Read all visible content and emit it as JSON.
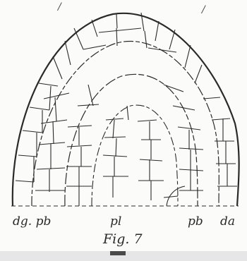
{
  "figure": {
    "top_marks": [
      "/",
      "/"
    ],
    "labels": {
      "dg_pb": "dg. pb",
      "pl": "pl",
      "pb": "pb",
      "da": "da"
    },
    "caption": "Fig. 7"
  },
  "colors": {
    "ink": "#2a2a2a",
    "paper": "#fbfbfa"
  }
}
